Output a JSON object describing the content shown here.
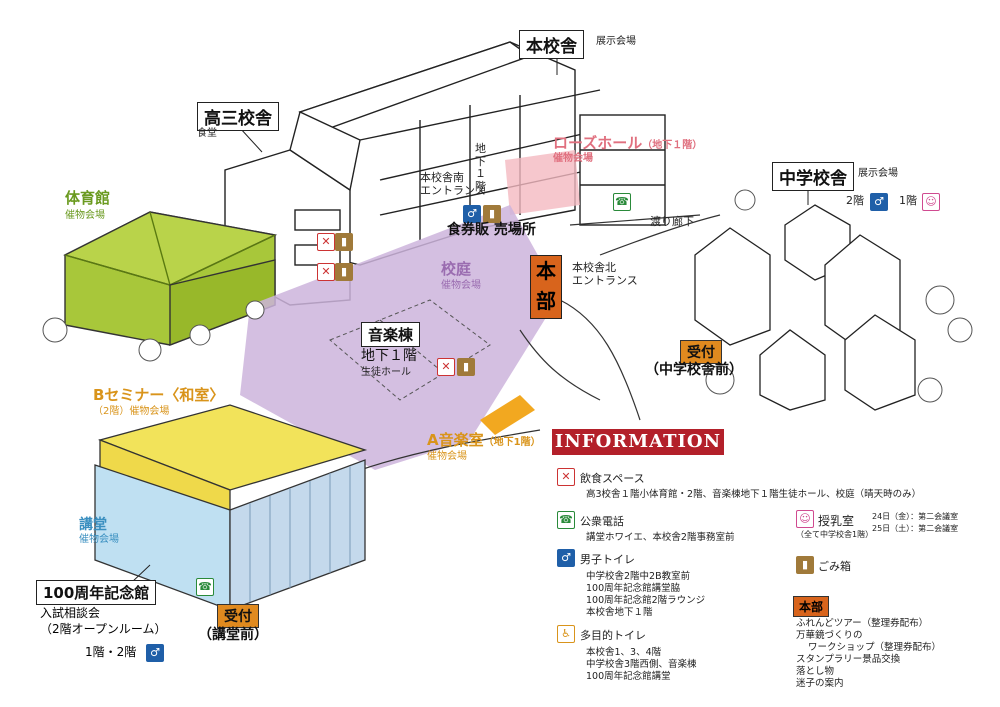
{
  "buildings": {
    "honkosha": {
      "name": "本校舎",
      "sub": "展示会場"
    },
    "kosan": {
      "name": "高三校舎",
      "sub": "食堂"
    },
    "taiikukan": {
      "name": "体育館",
      "sub": "催物会場"
    },
    "rose": {
      "name": "ローズホール",
      "floor": "（地下１階）",
      "sub": "催物会場"
    },
    "chugaku": {
      "name": "中学校舎",
      "sub": "展示会場",
      "floor2": "2階",
      "floor1": "1階"
    },
    "kotei": {
      "name": "校庭",
      "sub": "催物会場"
    },
    "ongaku": {
      "name": "音楽棟",
      "floor": "地下１階",
      "sub": "生徒ホール"
    },
    "bseminar": {
      "name": "Bセミナー〈和室〉",
      "sub": "（2階）催物会場"
    },
    "aongaku": {
      "name": "A音楽室",
      "floor": "（地下1階）",
      "sub": "催物会場"
    },
    "kodo": {
      "name": "講堂",
      "sub": "催物会場"
    },
    "kinenkan": {
      "name": "100周年記念館",
      "sub1": "入試相談会",
      "sub2": "（2階オープンルーム）",
      "floors": "1階・2階"
    }
  },
  "places": {
    "chika": "地下１階",
    "south_entrance": "本校舎南\nエントランス",
    "north_entrance": "本校舎北\nエントランス",
    "shokken": "食券販 売場所",
    "watari": "渡り廊下",
    "honbu": "本部"
  },
  "reception": {
    "chugaku": {
      "label": "受付",
      "sub": "（中学校舎前）"
    },
    "kodo": {
      "label": "受付",
      "sub": "（講堂前）"
    }
  },
  "legend": {
    "title": "INFORMATION",
    "eating": {
      "label": "飲食スペース",
      "detail": "高3校舎１階小体育館・2階、音楽棟地下１階生徒ホール、校庭（晴天時のみ）"
    },
    "phone": {
      "label": "公衆電話",
      "detail": "講堂ホワイエ、本校舎2階事務室前"
    },
    "mens": {
      "label": "男子トイレ",
      "details": [
        "中学校舎2階中2B教室前",
        "100周年記念館講堂脇",
        "100周年記念館2階ラウンジ",
        "本校舎地下１階"
      ]
    },
    "multi": {
      "label": "多目的トイレ",
      "details": [
        "本校舎1、3、4階",
        "中学校舎3階西側、音楽棟",
        "100周年記念館講堂"
      ]
    },
    "nursing": {
      "label": "授乳室",
      "note": "（全て中学校舎1階）",
      "day1": "24日（金）：第二会議室",
      "day2": "25日（土）：第二会議室"
    },
    "trash": {
      "label": "ごみ箱"
    },
    "honbu": {
      "label": "本部",
      "details": [
        "ふれんどツアー（整理券配布）",
        "万華鏡づくりの",
        "ワークショップ（整理券配布）",
        "スタンプラリー景品交換",
        "落とし物",
        "迷子の案内"
      ]
    }
  },
  "colors": {
    "gym": "#a8c73a",
    "courtyard": "#cdb4dc",
    "rose": "#f4b9c0",
    "seminar_roof": "#f2e35a",
    "kodo": "#bfe0f2",
    "honbu": "#d8641c",
    "reception": "#e08a1f",
    "info_title": "#b3202a"
  },
  "icons": [
    "fork-knife-icon",
    "phone-icon",
    "mens-toilet-icon",
    "multipurpose-toilet-icon",
    "trash-can-icon",
    "baby-icon"
  ]
}
